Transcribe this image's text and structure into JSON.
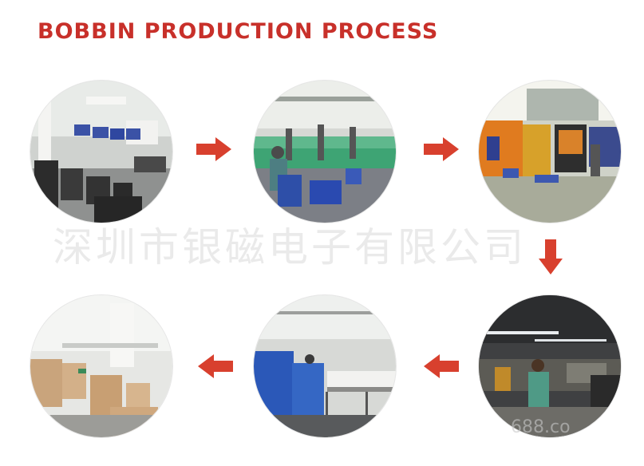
{
  "title": "BOBBIN PRODUCTION PROCESS",
  "watermark": "深圳市银磁电子有限公司",
  "watermark_fragment": "688.co",
  "colors": {
    "title": "#c8302a",
    "arrow": "#d8402e"
  },
  "steps": [
    {
      "id": 1,
      "scene": "warehouse with stacked molds and blue bins"
    },
    {
      "id": 2,
      "scene": "injection molding line with worker"
    },
    {
      "id": 3,
      "scene": "orange molding machines"
    },
    {
      "id": 4,
      "scene": "workshop with overhead lights and worker"
    },
    {
      "id": 5,
      "scene": "assembly tables with blue crates"
    },
    {
      "id": 6,
      "scene": "finished goods boxes in warehouse"
    }
  ],
  "arrows": [
    "right",
    "right",
    "down",
    "left",
    "left"
  ]
}
